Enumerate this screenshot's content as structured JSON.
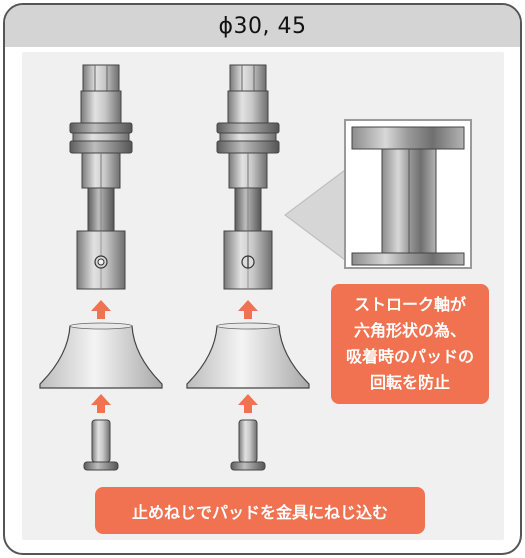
{
  "header": {
    "title": "ϕ30, 45"
  },
  "callout": {
    "lines": [
      "ストローク軸が",
      "六角形状の為、",
      "吸着時のパッドの",
      "回転を防止"
    ]
  },
  "banner": {
    "label": "止めねじでパッドを金具にねじ込む"
  },
  "colors": {
    "accent": "#f07250",
    "frame": "#555555",
    "header_bg": "#d4d4d4",
    "panel_bg": "#f0f0f0"
  },
  "icons": [
    "up-arrow-icon",
    "cross-bolt-icon",
    "hex-socket-icon"
  ]
}
